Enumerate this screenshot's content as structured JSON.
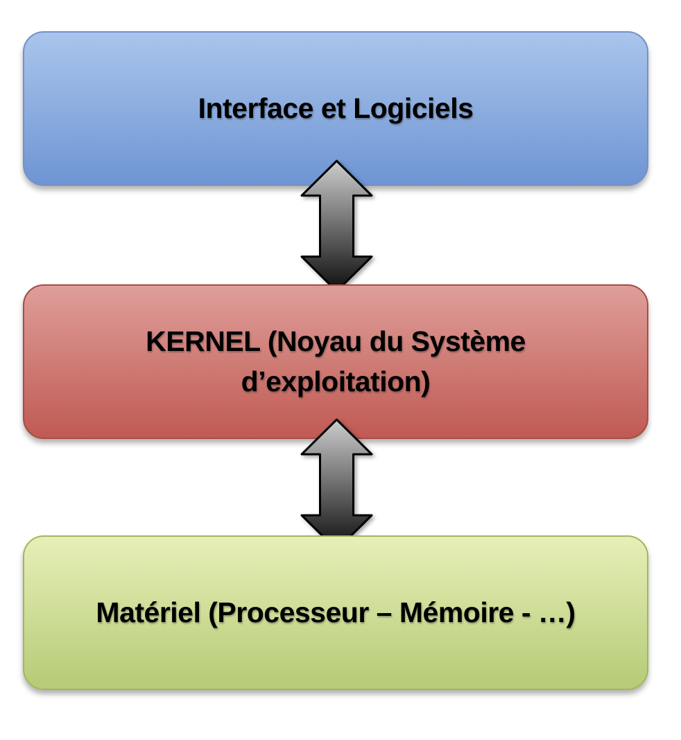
{
  "diagram": {
    "type": "layer-stack",
    "text_color": "#000000",
    "background": "#ffffff",
    "boxes": [
      {
        "id": "interface",
        "label": "Interface et Logiciels",
        "fill_top": "#aac5ec",
        "fill_bottom": "#6e95d3",
        "border": "#7390c7"
      },
      {
        "id": "kernel",
        "label": "KERNEL (Noyau du Système\nd’exploitation)",
        "fill_top": "#df9e9a",
        "fill_bottom": "#c05a53",
        "border": "#a84b44"
      },
      {
        "id": "materiel",
        "label": "Matériel (Processeur – Mémoire - …)",
        "fill_top": "#e7efb8",
        "fill_bottom": "#b5cb76",
        "border": "#a0b75e"
      }
    ],
    "arrows": [
      {
        "id": "arrow-interface-kernel",
        "connects": "interface-kernel",
        "direction": "bidirectional"
      },
      {
        "id": "arrow-kernel-materiel",
        "connects": "kernel-materiel",
        "direction": "bidirectional"
      }
    ],
    "arrow_colors": {
      "gradient_top": "#cdcdcd",
      "gradient_bottom": "#0d0d0d",
      "stroke": "#000000"
    }
  }
}
